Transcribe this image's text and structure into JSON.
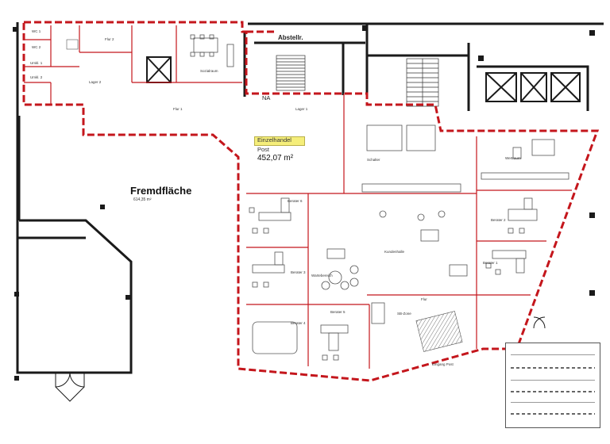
{
  "labels": {
    "abstellr": "Abstellr.",
    "na": "NA",
    "fremdflaeche": "Fremdfläche",
    "fremdflaeche_area": "614,35 m²",
    "einzelhandel": "Einzelhandel",
    "post": "Post",
    "post_area": "452,07 m²",
    "wc1": "WC 1",
    "wc2": "WC 2",
    "umkl1": "Umkl. 1",
    "umkl2": "Umkl. 2",
    "flur2": "Flur 2",
    "lager2": "Lager 2",
    "sozialraum": "Sozialraum",
    "flur1": "Flur 1",
    "lager1": "Lager 1",
    "schalter": "Schalter",
    "wertraum": "Wertraum",
    "berater1": "Berater 1",
    "berater2": "Berater 2",
    "berater3": "Berater 3",
    "berater4": "Berater 4",
    "berater5": "Berater 5",
    "berater6": "Berater 6",
    "kundenhalle": "Kundenhalle",
    "sb_zone": "SB-Zone",
    "wartebereich": "Wartebereich",
    "eingang": "Eingang Post",
    "flur": "Flur"
  },
  "colors": {
    "wall": "#1a1a1a",
    "boundary": "#c4161c",
    "highlight": "#f5ee7a",
    "furniture": "#555555"
  }
}
